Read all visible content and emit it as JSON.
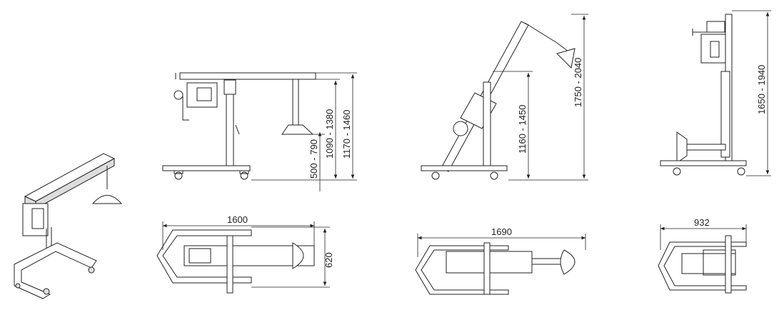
{
  "title": "Mobile tilting arm dimension drawing",
  "dimensions": {
    "view1_foot_height": "500 - 790",
    "view1_table_height": "1090 - 1380",
    "view1_total_height": "1170 - 1460",
    "view1_length": "1600",
    "view1_width": "620",
    "view2_pivot_height": "1160 - 1450",
    "view2_total_height": "1750 - 2040",
    "view2_length": "1690",
    "view3_total_height": "1650 - 1940",
    "view3_length": "932"
  }
}
